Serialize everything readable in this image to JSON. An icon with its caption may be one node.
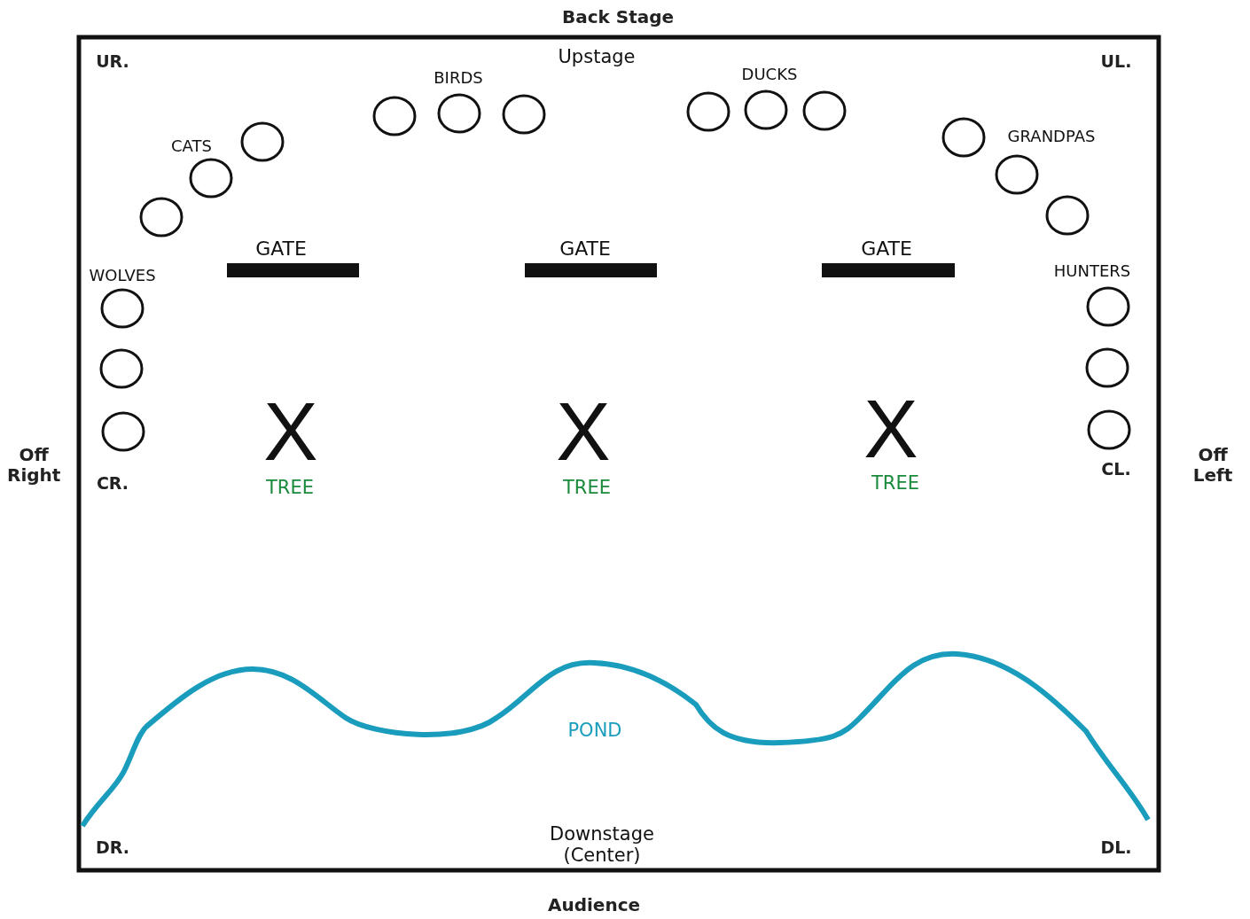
{
  "diagram": {
    "nodes": [
      {
        "text": [],
        "shape": "bar",
        "beside": [
          "GATE"
        ]
      },
      {
        "text": [],
        "shape": "bar",
        "beside": [
          "GATE"
        ]
      },
      {
        "text": [],
        "shape": "bar",
        "beside": [
          "GATE"
        ]
      }
    ],
    "labels": [
      "Back Stage",
      "Upstage",
      "UR.",
      "UL.",
      "BIRDS",
      "DUCKS",
      "CATS",
      "GRANDPAS",
      "WOLVES",
      "HUNTERS",
      "X",
      "X",
      "X",
      "Off Right",
      "CR.",
      "TREE",
      "TREE",
      "TREE",
      "CL.",
      "Off Left",
      "POND",
      "DR.",
      "Downstage (Center)",
      "DL.",
      "Audience"
    ]
  }
}
